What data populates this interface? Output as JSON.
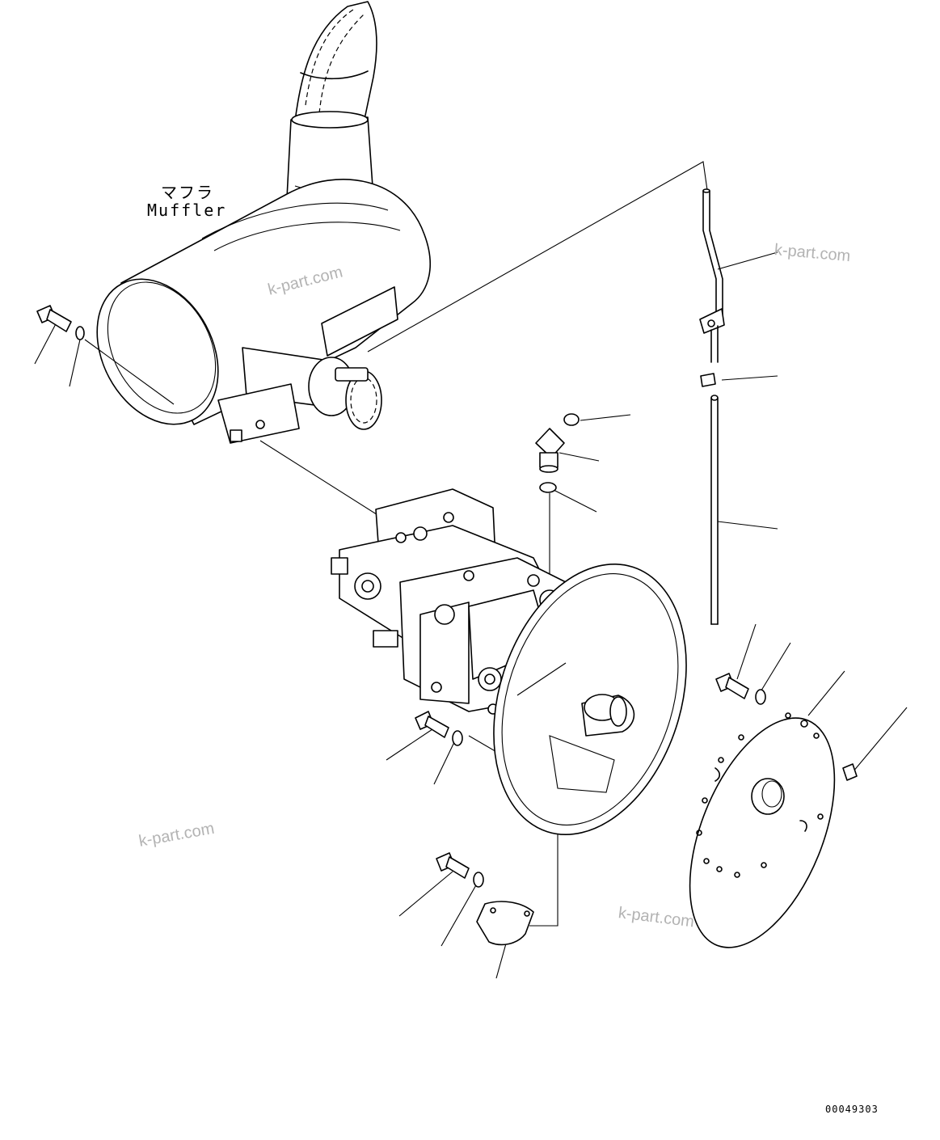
{
  "labels": {
    "muffler_jp": "マフラ",
    "muffler_en": "Muffler"
  },
  "watermarks": [
    "k-part.com",
    "k-part.com",
    "k-part.com",
    "k-part.com"
  ],
  "document_number": "00049303"
}
